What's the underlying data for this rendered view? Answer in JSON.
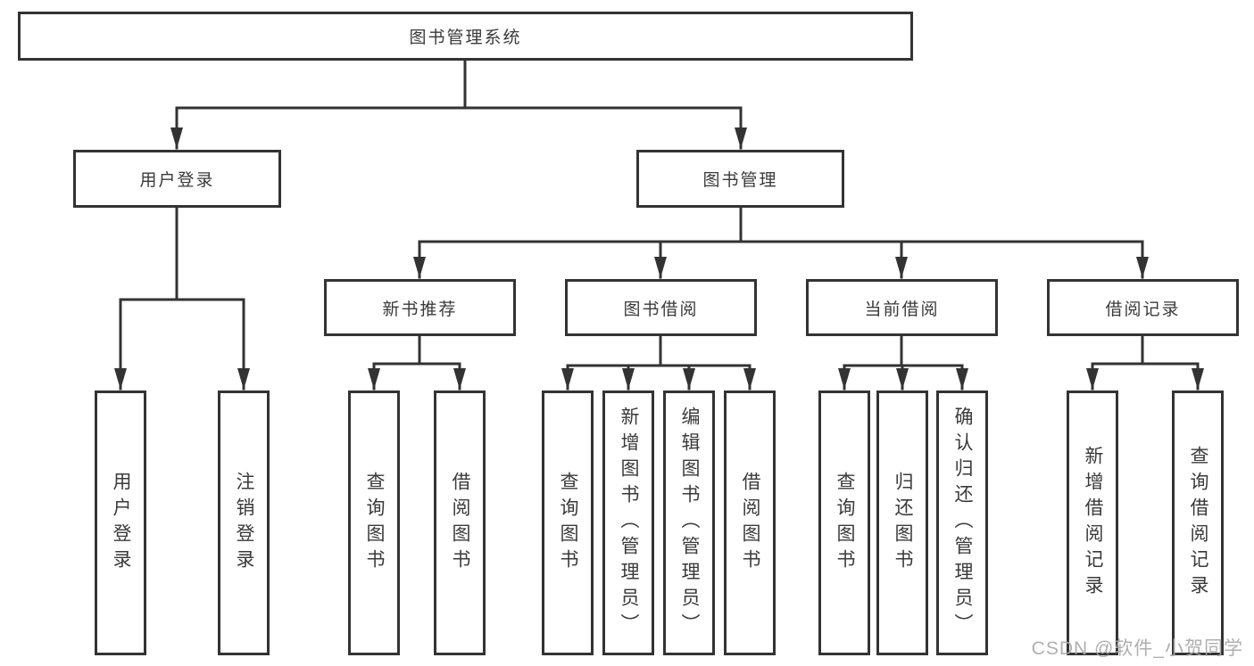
{
  "tree": {
    "label": "图书管理系统",
    "children": [
      {
        "label": "用户登录",
        "children": [
          {
            "label": "用户登录"
          },
          {
            "label": "注销登录"
          }
        ]
      },
      {
        "label": "图书管理",
        "children": [
          {
            "label": "新书推荐",
            "children": [
              {
                "label": "查询图书"
              },
              {
                "label": "借阅图书"
              }
            ]
          },
          {
            "label": "图书借阅",
            "children": [
              {
                "label": "查询图书"
              },
              {
                "label": "新增图书（管理员）"
              },
              {
                "label": "编辑图书（管理员）"
              },
              {
                "label": "借阅图书"
              }
            ]
          },
          {
            "label": "当前借阅",
            "children": [
              {
                "label": "查询图书"
              },
              {
                "label": "归还图书"
              },
              {
                "label": "确认归还（管理员）"
              }
            ]
          },
          {
            "label": "借阅记录",
            "children": [
              {
                "label": "新增借阅记录"
              },
              {
                "label": "查询借阅记录"
              }
            ]
          }
        ]
      }
    ]
  },
  "watermark": "CSDN @软件_小贺同学",
  "colors": {
    "line": "#333333",
    "text": "#3a3a3a",
    "watermark": "#a8a8a8",
    "background": "#ffffff"
  }
}
